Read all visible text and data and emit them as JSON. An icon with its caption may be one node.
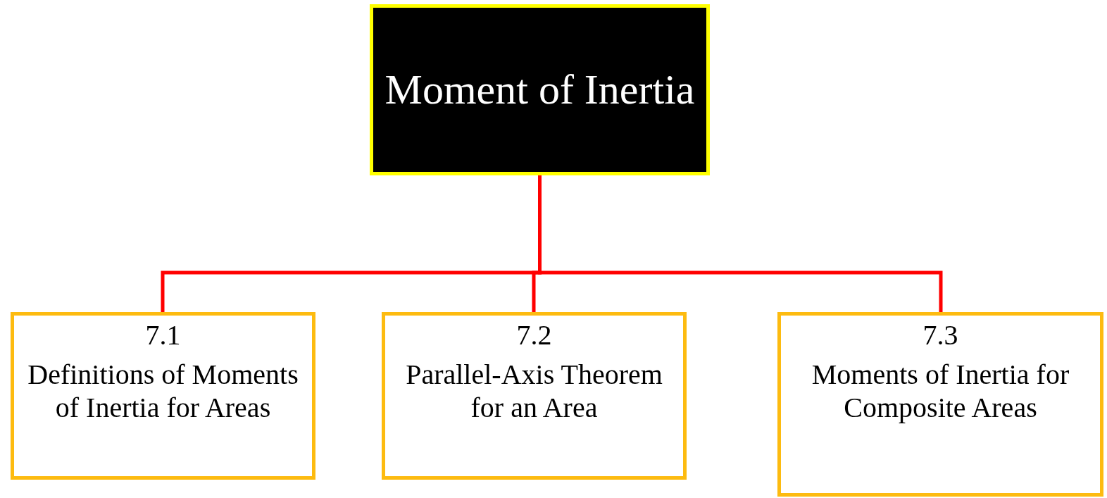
{
  "diagram": {
    "nodes": [
      {
        "text": [
          "Moment of Inertia"
        ]
      },
      {
        "text": [
          "7.1",
          "Definitions of Moments of Inertia for Areas"
        ]
      },
      {
        "text": [
          "7.2",
          "Parallel-Axis Theorem for an Area"
        ]
      },
      {
        "text": [
          "7.3",
          "Moments of Inertia for Composite Areas"
        ]
      }
    ],
    "edges": [
      {
        "from": 0,
        "to": 1,
        "arrow": "none"
      },
      {
        "from": 0,
        "to": 2,
        "arrow": "none"
      },
      {
        "from": 0,
        "to": 3,
        "arrow": "none"
      }
    ]
  }
}
